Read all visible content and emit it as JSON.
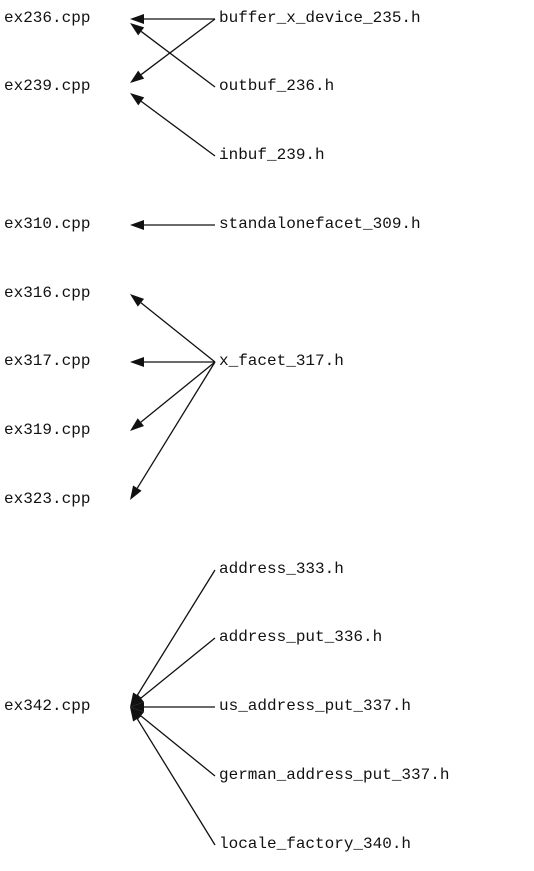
{
  "diagram": {
    "title": "",
    "groups": [
      {
        "targets": [
          "ex236.cpp",
          "ex239.cpp"
        ],
        "sources": [
          "buffer_x_device_235.h",
          "outbuf_236.h",
          "inbuf_239.h"
        ],
        "edges": [
          {
            "from": "buffer_x_device_235.h",
            "to": "ex236.cpp"
          },
          {
            "from": "buffer_x_device_235.h",
            "to": "ex239.cpp"
          },
          {
            "from": "outbuf_236.h",
            "to": "ex236.cpp"
          },
          {
            "from": "inbuf_239.h",
            "to": "ex239.cpp"
          }
        ]
      },
      {
        "targets": [
          "ex310.cpp"
        ],
        "sources": [
          "standalonefacet_309.h"
        ],
        "edges": [
          {
            "from": "standalonefacet_309.h",
            "to": "ex310.cpp"
          }
        ]
      },
      {
        "targets": [
          "ex316.cpp",
          "ex317.cpp",
          "ex319.cpp",
          "ex323.cpp"
        ],
        "sources": [
          "x_facet_317.h"
        ],
        "edges": [
          {
            "from": "x_facet_317.h",
            "to": "ex316.cpp"
          },
          {
            "from": "x_facet_317.h",
            "to": "ex317.cpp"
          },
          {
            "from": "x_facet_317.h",
            "to": "ex319.cpp"
          },
          {
            "from": "x_facet_317.h",
            "to": "ex323.cpp"
          }
        ]
      },
      {
        "targets": [
          "ex342.cpp"
        ],
        "sources": [
          "address_333.h",
          "address_put_336.h",
          "us_address_put_337.h",
          "german_address_put_337.h",
          "locale_factory_340.h"
        ],
        "edges": [
          {
            "from": "address_333.h",
            "to": "ex342.cpp"
          },
          {
            "from": "address_put_336.h",
            "to": "ex342.cpp"
          },
          {
            "from": "us_address_put_337.h",
            "to": "ex342.cpp"
          },
          {
            "from": "german_address_put_337.h",
            "to": "ex342.cpp"
          },
          {
            "from": "locale_factory_340.h",
            "to": "ex342.cpp"
          }
        ]
      }
    ]
  }
}
